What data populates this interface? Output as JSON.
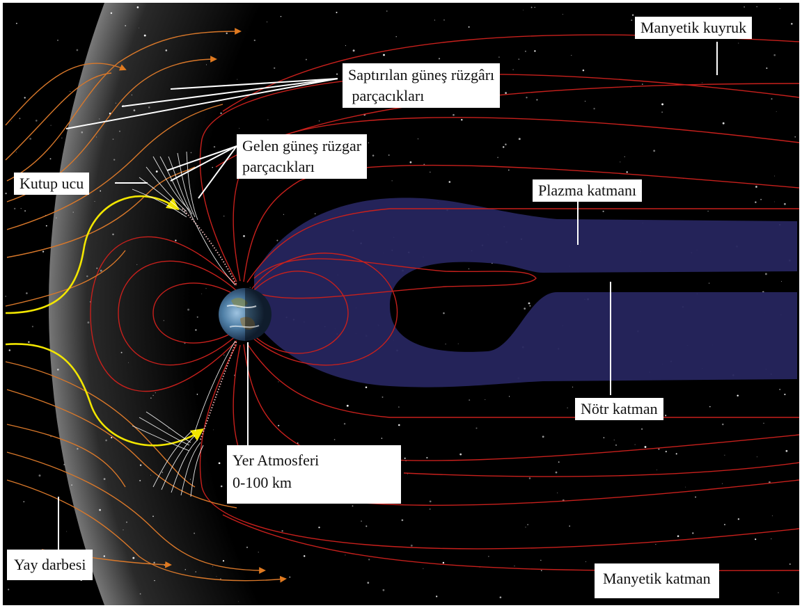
{
  "diagram": {
    "labels": {
      "magnetotail": "Manyetik kuyruk",
      "deflected_wind_line1": "Saptırılan güneş rüzgârı",
      "deflected_wind_line2": " parçacıkları",
      "incoming_wind_line1": "Gelen güneş rüzgar",
      "incoming_wind_line2": "parçacıkları",
      "polar_cusp": "Kutup ucu",
      "plasma_sheet": "Plazma katmanı",
      "neutral_sheet": "Nötr katman",
      "atmosphere_line1": "Yer Atmosferi",
      "atmosphere_line2": "0-100 km",
      "bow_shock": "Yay darbesi",
      "magnetosheath": "Manyetik katman"
    },
    "colors": {
      "space": "#000000",
      "bow_shock_glow": "#8a8a8a",
      "field_lines": "#c8201c",
      "solar_wind_lines": "#d9782a",
      "cusp_flow": "#f2e600",
      "plasma_sheet": "#26255e",
      "leader_lines": "#ffffff",
      "label_bg": "#ffffff",
      "label_text": "#111111"
    }
  }
}
